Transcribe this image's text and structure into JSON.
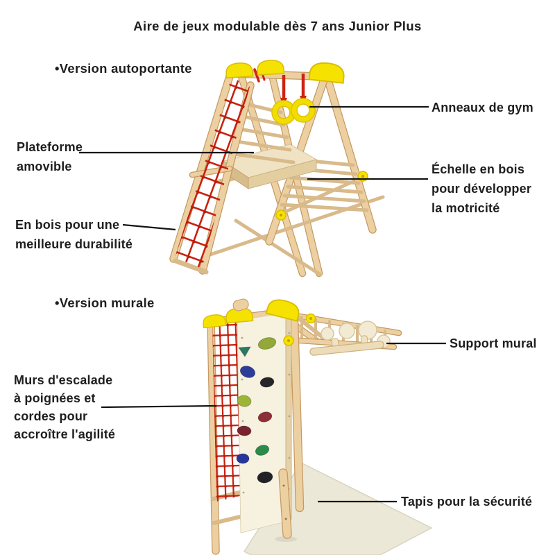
{
  "title": "Aire de jeux modulable dès 7 ans Junior Plus",
  "sections": {
    "freestanding": "•Version autoportante",
    "wall": "•Version murale"
  },
  "annotations": {
    "rings": {
      "lines": [
        "Anneaux de gym"
      ]
    },
    "platform": {
      "lines": [
        "Plateforme",
        "amovible"
      ]
    },
    "ladder": {
      "lines": [
        "Échelle en bois",
        "pour développer",
        "la motricité"
      ]
    },
    "wood": {
      "lines": [
        "En bois pour une",
        "meilleure durabilité"
      ]
    },
    "wall_support": {
      "lines": [
        "Support mural"
      ]
    },
    "climbing_wall": {
      "lines": [
        "Murs d'escalade",
        "à poignées et",
        "cordes pour",
        "accroître l'agilité"
      ]
    },
    "mat": {
      "lines": [
        "Tapis pour la sécurité"
      ]
    }
  },
  "colors": {
    "wood": "#ecd0a2",
    "wood_edge": "#c59a62",
    "yellow_caps": "#f6e200",
    "net_red": "#c6200f",
    "panel_cream": "#f7f2e0",
    "mat_cream": "#ece8d7",
    "text": "#1e1e1e",
    "leader_line": "#141414"
  },
  "climbing_hold_colors": [
    "#93a838",
    "#2a7a63",
    "#2c3d99",
    "#26262a",
    "#9cb438",
    "#8c2f36",
    "#7a2430",
    "#2b8a4a",
    "#26379b",
    "#212227"
  ]
}
